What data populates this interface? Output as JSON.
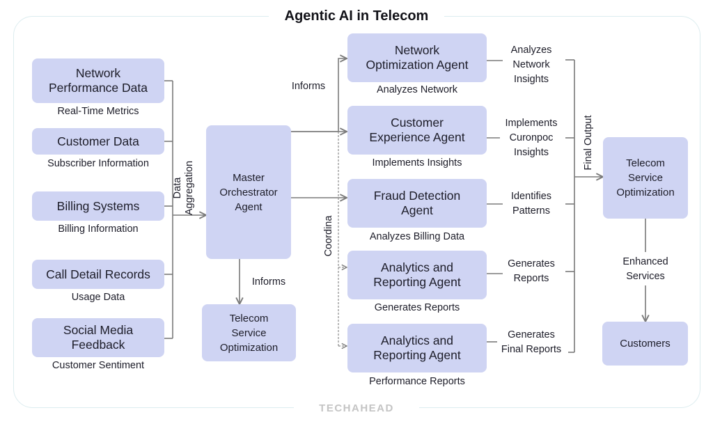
{
  "title": "Agentic AI in Telecom",
  "brand": "TECHAHEAD",
  "colors": {
    "box_fill": "#cfd4f3",
    "line": "#7a7a7a",
    "frame": "#dcecef",
    "brand": "#c4c4c4"
  },
  "sources": [
    {
      "label": "Network\nPerformance Data",
      "caption": "Real-Time Metrics"
    },
    {
      "label": "Customer Data",
      "caption": "Subscriber Information"
    },
    {
      "label": "Billing Systems",
      "caption": "Billing Information"
    },
    {
      "label": "Call Detail Records",
      "caption": "Usage Data"
    },
    {
      "label": "Social Media\nFeedback",
      "caption": "Customer Sentiment"
    }
  ],
  "edge_labels": {
    "data_aggregation": "Data\nAggregation",
    "informs_top": "Informs",
    "informs_bottom": "Informs",
    "coordina": "Coordina",
    "final_output": "Final Output",
    "enhanced_services": "Enhanced\nServices"
  },
  "master": {
    "label": "Master\nOrchestrator\nAgent"
  },
  "master_output": {
    "label": "Telecom\nService\nOptimization"
  },
  "agents": [
    {
      "label": "Network\nOptimization Agent",
      "caption": "Analyzes Network",
      "output": "Analyzes\nNetwork\nInsights"
    },
    {
      "label": "Customer\nExperience Agent",
      "caption": "Implements Insights",
      "output": "Implements\nCuronpoc\nInsights"
    },
    {
      "label": "Fraud Detection\nAgent",
      "caption": "Analyzes Billing Data",
      "output": "Identifies\nPatterns"
    },
    {
      "label": "Analytics and\nReporting Agent",
      "caption": "Generates Reports",
      "output": "Generates\nReports"
    },
    {
      "label": "Analytics and\nReporting Agent",
      "caption": "Performance Reports",
      "output": "Generates\nFinal Reports"
    }
  ],
  "final": {
    "label": "Telecom\nService\nOptimization"
  },
  "customers": {
    "label": "Customers"
  }
}
